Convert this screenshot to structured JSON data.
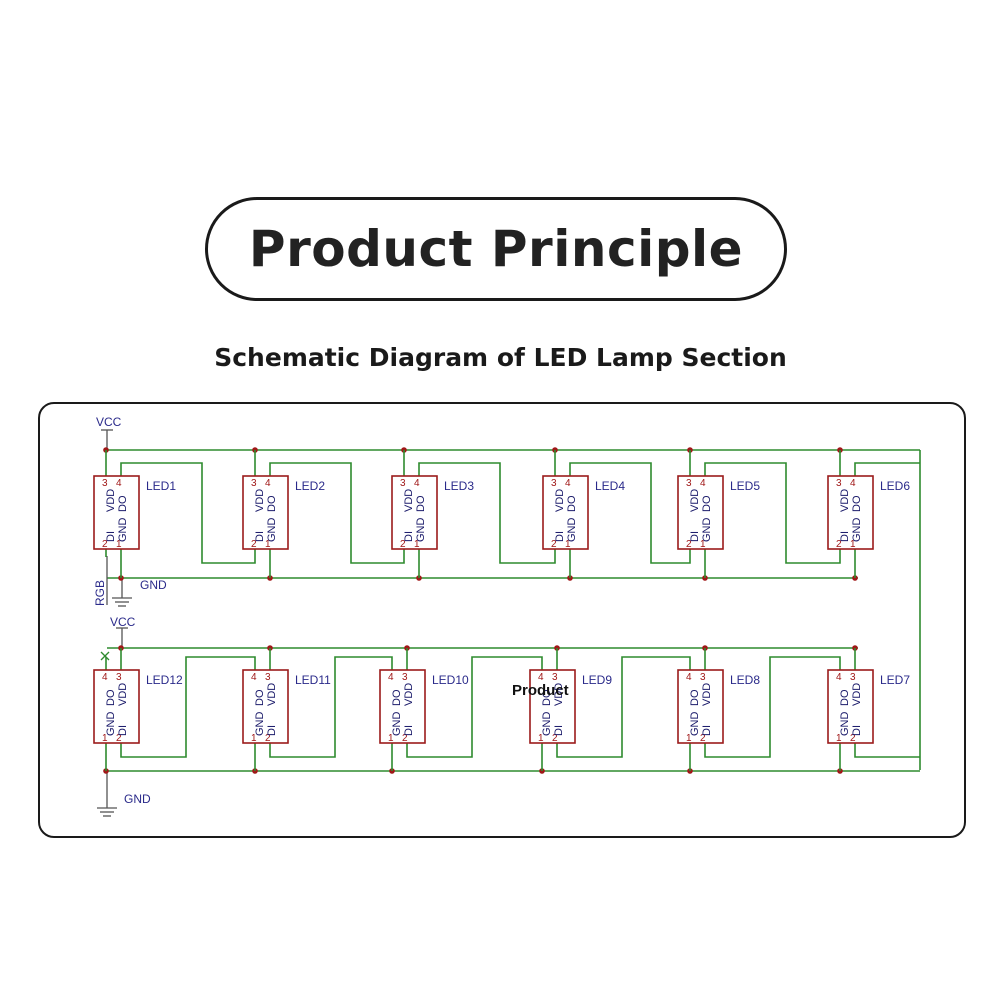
{
  "title": "Product Principle",
  "subtitle": "Schematic Diagram of LED Lamp Section",
  "schematic": {
    "top_labels": {
      "vcc": "VCC",
      "gnd": "GND",
      "rgb": "RGB"
    },
    "bottom_labels": {
      "vcc": "VCC",
      "gnd": "GND"
    },
    "overlay_text": "Product",
    "pin_names": {
      "vdd": "VDD",
      "do": "DO",
      "di": "DI",
      "gnd": "GND"
    },
    "pin_numbers": {
      "vdd": "3",
      "do": "4",
      "di": "2",
      "gnd": "1"
    },
    "top_row": [
      "LED1",
      "LED2",
      "LED3",
      "LED4",
      "LED5",
      "LED6"
    ],
    "bottom_row": [
      "LED12",
      "LED11",
      "LED10",
      "LED9",
      "LED8",
      "LED7"
    ]
  },
  "colors": {
    "wire": "#2e8b2e",
    "component": "#9b1b1b",
    "net_label": "#2a2a8a"
  }
}
